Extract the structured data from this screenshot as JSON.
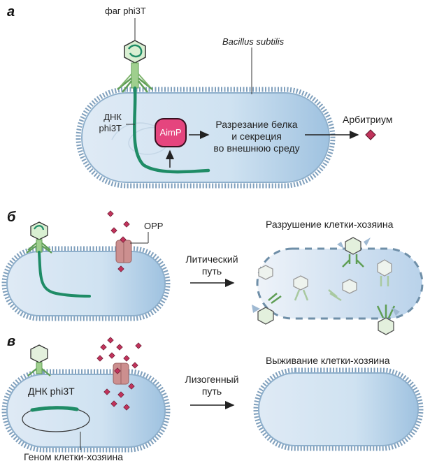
{
  "panels": {
    "a": "а",
    "b": "б",
    "c": "в"
  },
  "panel_a": {
    "phage_label": "фаг phi3T",
    "bacterium_label": "Bacillus subtilis",
    "dna_label_line1": "ДНК",
    "dna_label_line2": "phi3T",
    "protein_label": "AimP",
    "process_line1": "Разрезание белка",
    "process_line2": "и секреция",
    "process_line3": "во внешнюю среду",
    "product_label": "Арбитриум"
  },
  "panel_b": {
    "opp_label": "OPP",
    "pathway_line1": "Литический",
    "pathway_line2": "путь",
    "result_label": "Разрушение клетки-хозяина"
  },
  "panel_c": {
    "dna_label": "ДНК phi3T",
    "pathway_line1": "Лизогенный",
    "pathway_line2": "путь",
    "result_label": "Выживание клетки-хозяина",
    "genome_label": "Геном клетки-хозяина"
  },
  "colors": {
    "cell_fill": "#cfe2f1",
    "cell_edge": "#7f9fbc",
    "dna_green": "#1f8c66",
    "aimp_pink": "#e5457e",
    "arbitrium": "#c0335b",
    "transporter": "#cc8f8f",
    "phage_green": "#5f9e55"
  }
}
